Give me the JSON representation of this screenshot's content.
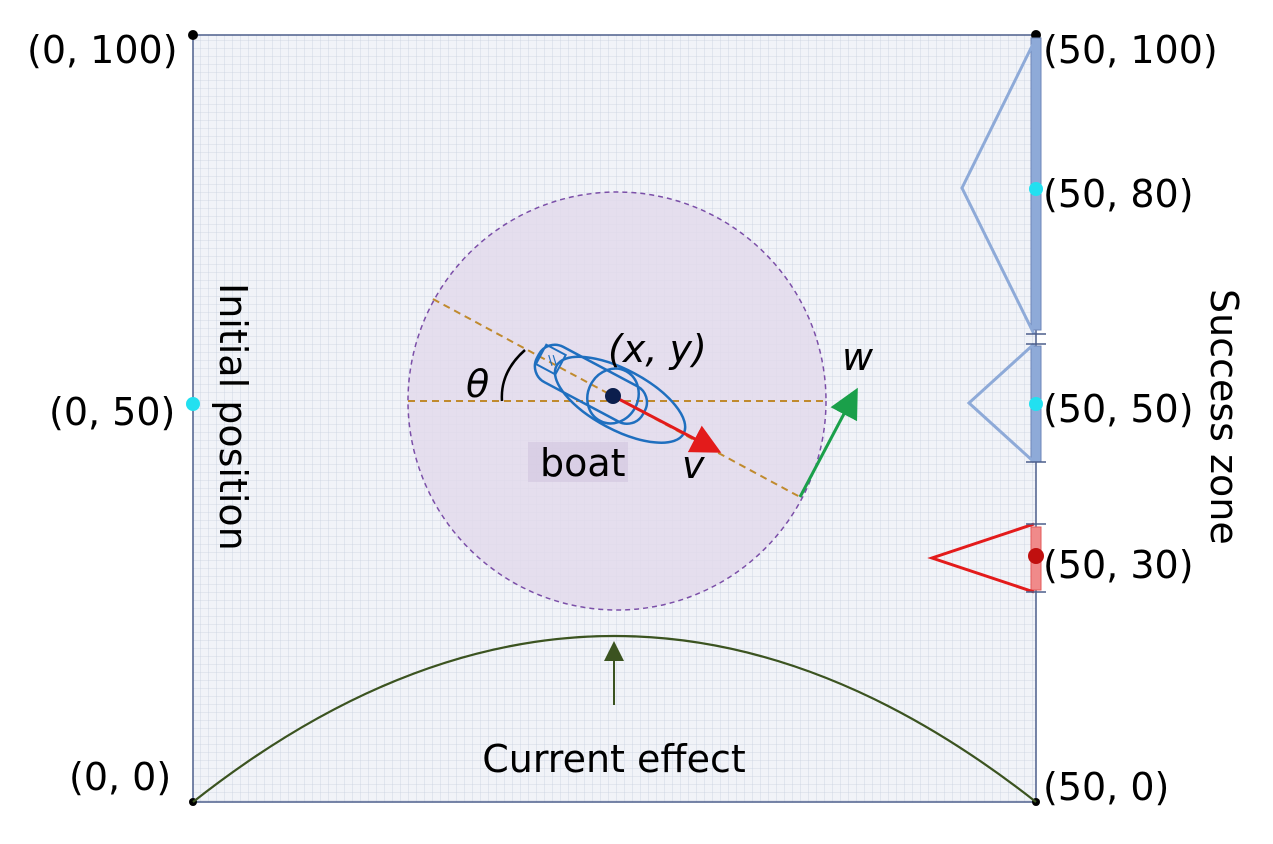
{
  "corners": {
    "top_left": "(0, 100)",
    "left_mid": "(0, 50)",
    "bottom_left": "(0, 0)",
    "top_right": "(50, 100)",
    "right_80": "(50, 80)",
    "right_50": "(50, 50)",
    "right_30": "(50, 30)",
    "bottom_right": "(50, 0)"
  },
  "labels": {
    "initial_position": "Initial position",
    "success_zone": "Success zone",
    "current_effect": "Current effect",
    "boat": "boat",
    "position": "(x, y)",
    "theta": "θ",
    "velocity": "v",
    "angular": "w"
  },
  "colors": {
    "grid": "#c8d0de",
    "field_bg": "#f1f3f8",
    "border": "#4a5d8a",
    "circle_fill": "#e3d9ec",
    "circle_stroke": "#7b4fa8",
    "heading_line": "#c08a2e",
    "boat": "#1f6fbf",
    "velocity_arrow": "#e31b1b",
    "angular_arrow": "#1aa04a",
    "current_curve": "#3b5320",
    "zone_blue": "#8eaad8",
    "zone_red": "#e31b1b",
    "dot_cyan": "#22e0f0",
    "dot_red": "#c0100f",
    "dot_dark": "#0b1e4d"
  },
  "icons": {
    "boat": "boat-icon",
    "target_dot": "target-dot-icon"
  }
}
